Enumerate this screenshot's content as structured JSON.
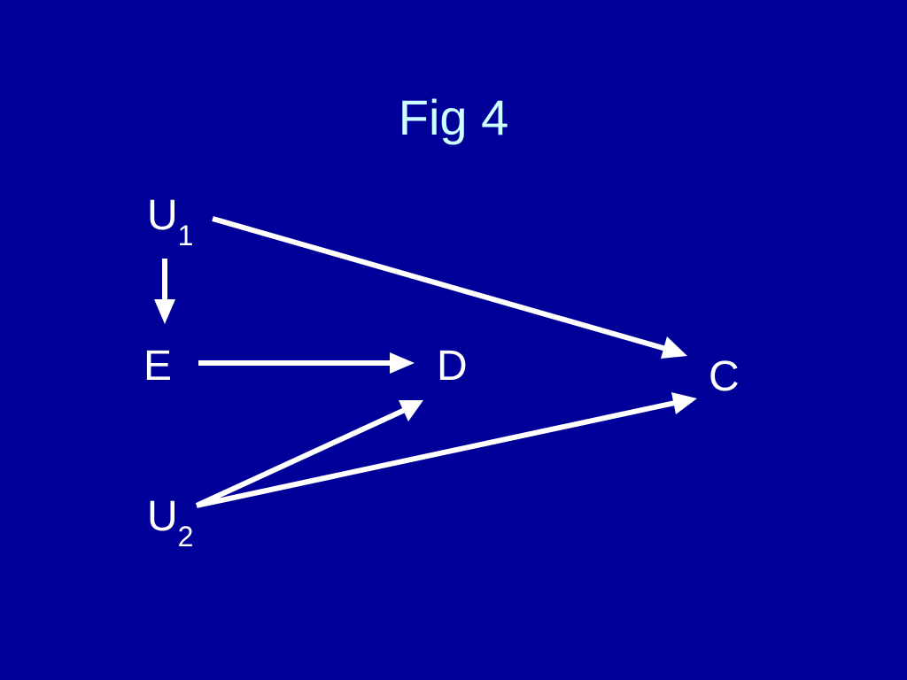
{
  "slide": {
    "title": "Fig 4",
    "background_color": "#000099",
    "title_color": "#ccffff",
    "arrow_color": "#ffffff"
  },
  "nodes": {
    "u1": {
      "letter": "U",
      "subscript": "1"
    },
    "e": {
      "letter": "E"
    },
    "d": {
      "letter": "D"
    },
    "c": {
      "letter": "C"
    },
    "u2": {
      "letter": "U",
      "subscript": "2"
    }
  },
  "edges": [
    {
      "from": "U1",
      "to": "E"
    },
    {
      "from": "U1",
      "to": "C"
    },
    {
      "from": "E",
      "to": "D"
    },
    {
      "from": "U2",
      "to": "D"
    },
    {
      "from": "U2",
      "to": "C"
    }
  ]
}
